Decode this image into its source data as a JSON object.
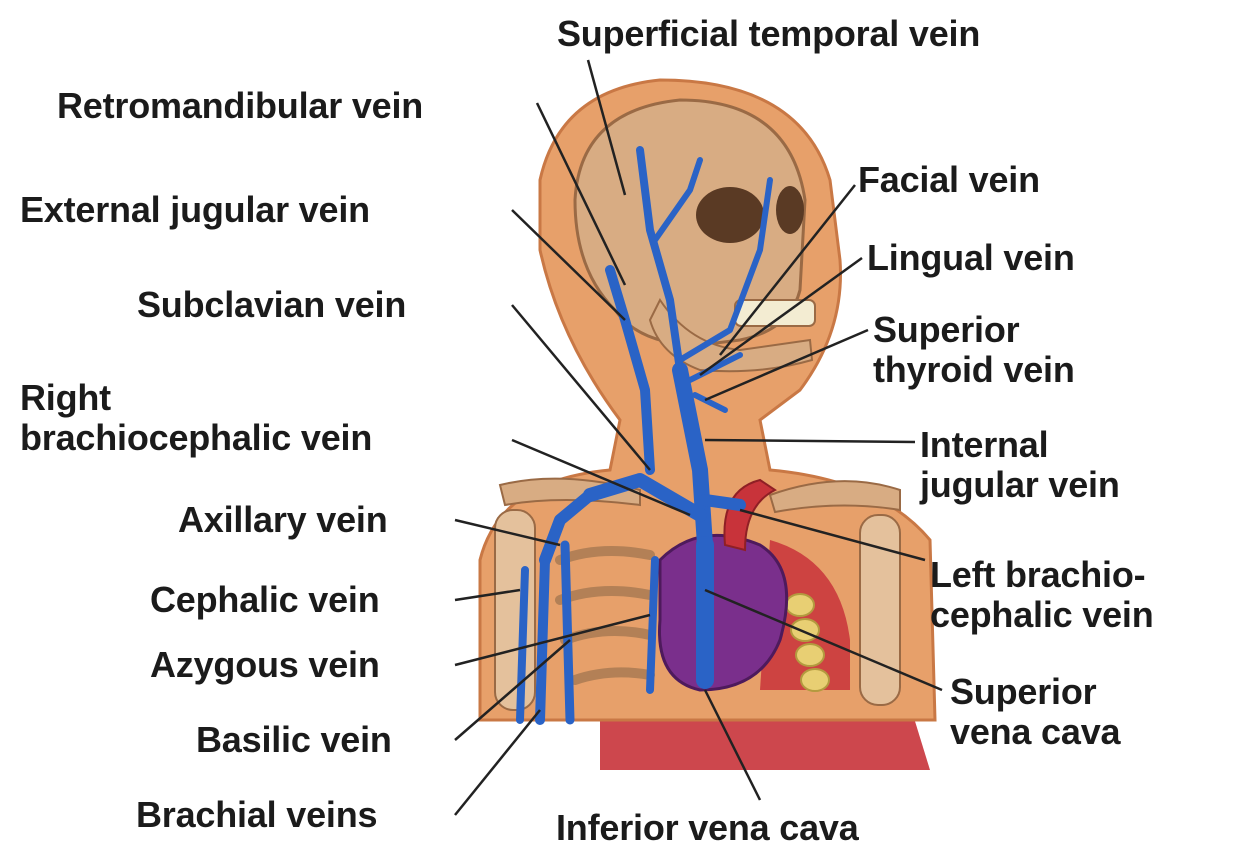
{
  "colors": {
    "vein": "#2a63c6",
    "vein_dark": "#173f8f",
    "skin": "#e7a06a",
    "skin_dark": "#c97845",
    "bone": "#d8ac83",
    "bone_dark": "#9a6a45",
    "heart": "#7a2f8c",
    "muscle": "#c8333a",
    "leader": "#222222",
    "text": "#1b1b1b"
  },
  "labels": {
    "superficial_temporal": "Superficial temporal vein",
    "retromandibular": "Retromandibular vein",
    "facial": "Facial vein",
    "external_jugular": "External jugular vein",
    "lingual": "Lingual vein",
    "subclavian": "Subclavian vein",
    "superior_thyroid": [
      "Superior",
      "thyroid vein"
    ],
    "right_brachiocephalic": [
      "Right",
      "brachiocephalic vein"
    ],
    "internal_jugular": [
      "Internal",
      "jugular vein"
    ],
    "axillary": "Axillary vein",
    "left_brachiocephalic": [
      "Left brachio-",
      "cephalic vein"
    ],
    "cephalic": "Cephalic vein",
    "azygous": "Azygous vein",
    "superior_vena_cava": [
      "Superior",
      "vena cava"
    ],
    "basilic": "Basilic vein",
    "brachial": "Brachial veins",
    "inferior_vena_cava": "Inferior vena cava"
  }
}
